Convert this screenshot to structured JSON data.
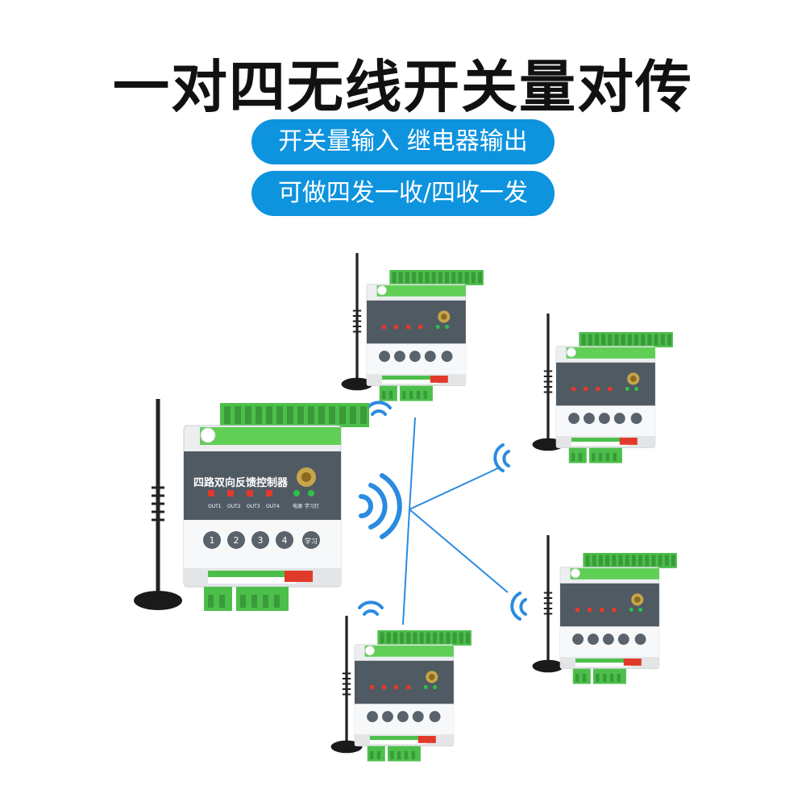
{
  "title": "一对四无线开关量对传",
  "badges": [
    "开关量输入 继电器输出",
    "可做四发一收/四收一发"
  ],
  "device": {
    "panel_title": "四路双向反馈控制器",
    "outputs": [
      "OUT1",
      "OUT2",
      "OUT3",
      "OUT4"
    ],
    "indicators": [
      "电源",
      "学习灯"
    ],
    "buttons": [
      "1",
      "2",
      "3",
      "4"
    ],
    "learn_button": "学习"
  },
  "colors": {
    "badge": "#0e93de",
    "terminal": "#4cbf4b",
    "panel": "#505a63",
    "led_red": "#e23a2a",
    "led_green": "#2ec04c",
    "signal": "#2a8be0"
  },
  "device_count": 5
}
